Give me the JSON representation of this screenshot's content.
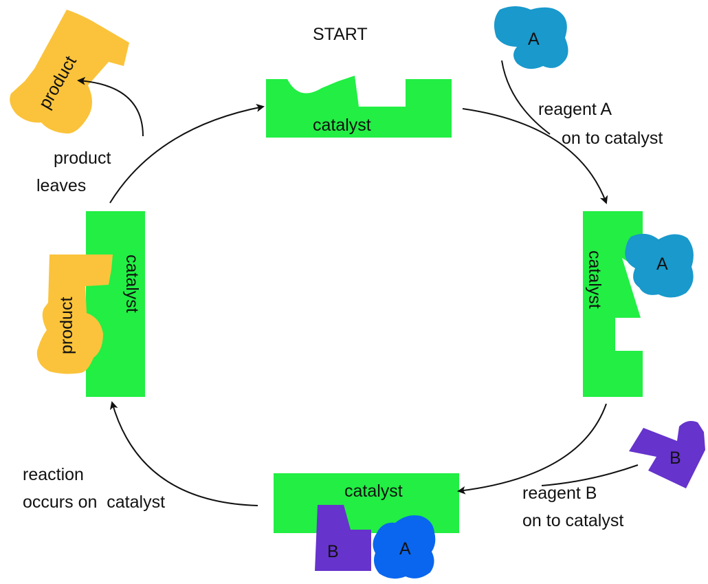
{
  "start_label": "START",
  "catalyst_label": "catalyst",
  "product_label": "product",
  "reagent_a_label": "A",
  "reagent_b_label": "B",
  "steps": {
    "reagent_a": {
      "line1": "reagent A",
      "line2": "on to catalyst"
    },
    "reagent_b": {
      "line1": "reagent B",
      "line2": "on to catalyst"
    },
    "reaction": {
      "line1": "reaction",
      "line2": "occurs on  catalyst"
    },
    "product_leaves": {
      "line1": "product",
      "line2": "leaves"
    }
  },
  "colors": {
    "catalyst": "#22ee44",
    "reagent_a_blue": "#1999cc",
    "reagent_a_bright": "#0a66ee",
    "reagent_b": "#6633cc",
    "product": "#fbc33b",
    "arrow": "#111111"
  }
}
